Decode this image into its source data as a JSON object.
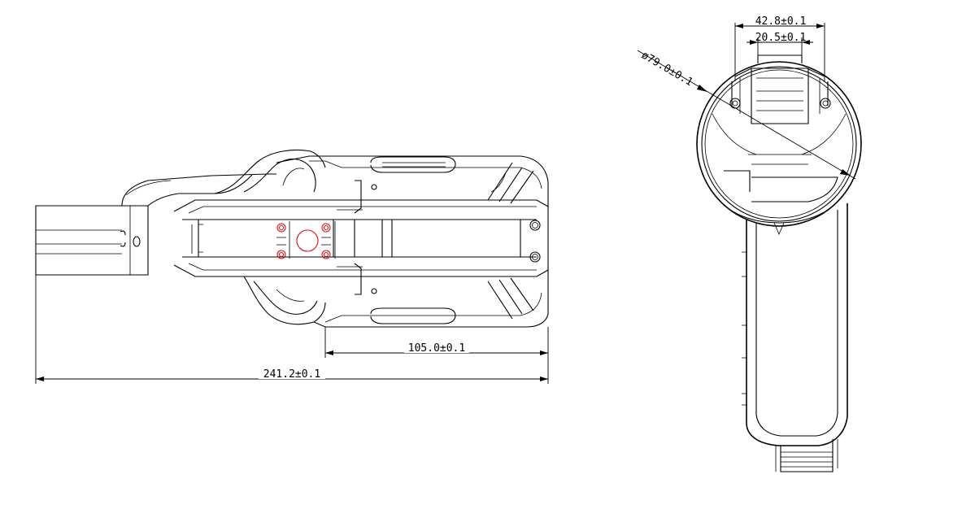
{
  "dimensions": {
    "overall_length": "241.2±0.1",
    "barrel_length": "105.0±0.1",
    "outer_width": "42.8±0.1",
    "inner_width": "20.5±0.1",
    "diameter": "ø79.0±0.1"
  },
  "colors": {
    "line": "#000000",
    "mounting_holes": "#e01010",
    "background": "#ffffff"
  }
}
